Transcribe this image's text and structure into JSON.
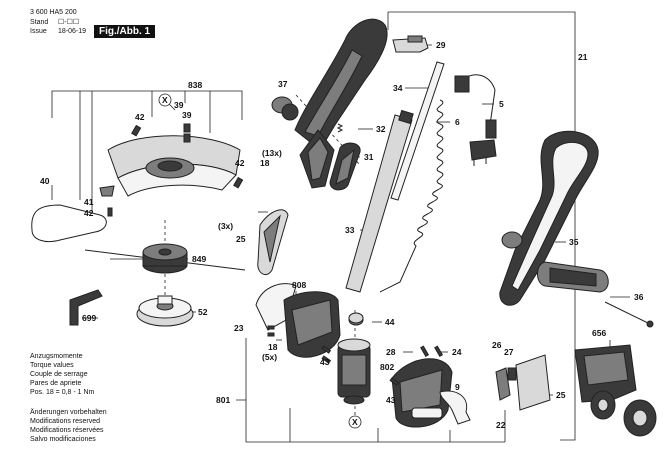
{
  "header": {
    "doc_number": "3 600 HA5 200",
    "stand_label": "Stand",
    "stand_value": "☐-☐☐",
    "issue_label": "Issue",
    "issue_value": "18-06-19",
    "figure_label": "Fig./Abb. 1"
  },
  "torque_table": {
    "lines": [
      "Anzugsmomente",
      "Torque values",
      "Couple de serrage",
      "Pares de apriete"
    ],
    "pos_line": "Pos.  18 = 0,8 - 1 Nm"
  },
  "footer": {
    "lines": [
      "Änderungen vorbehalten",
      "Modifications reserved",
      "Modifications réservées",
      "Salvo modificaciones"
    ]
  },
  "callouts": {
    "c838": "838",
    "c40": "40",
    "c41": "41",
    "c42a": "42",
    "c42b": "42",
    "c42c": "42",
    "c39a": "39",
    "c39b": "39",
    "cX1": "X",
    "c849": "849",
    "c52": "52",
    "c699": "699",
    "c37": "37",
    "c13x": "(13x)",
    "c18a": "18",
    "c32": "32",
    "c31": "31",
    "c29": "29",
    "c34": "34",
    "c6": "6",
    "c5": "5",
    "c21": "21",
    "c33": "33",
    "c3x": "(3x)",
    "c25a": "25",
    "c808": "808",
    "c44": "44",
    "c23": "23",
    "c18b": "18",
    "c5x": "(5x)",
    "c43a": "43",
    "c802": "802",
    "c28": "28",
    "c24": "24",
    "c9": "9",
    "c43b": "43",
    "cX2": "X",
    "c801": "801",
    "c26": "26",
    "c27": "27",
    "c25b": "25",
    "c22": "22",
    "c35": "35",
    "c36": "36",
    "c656": "656"
  }
}
